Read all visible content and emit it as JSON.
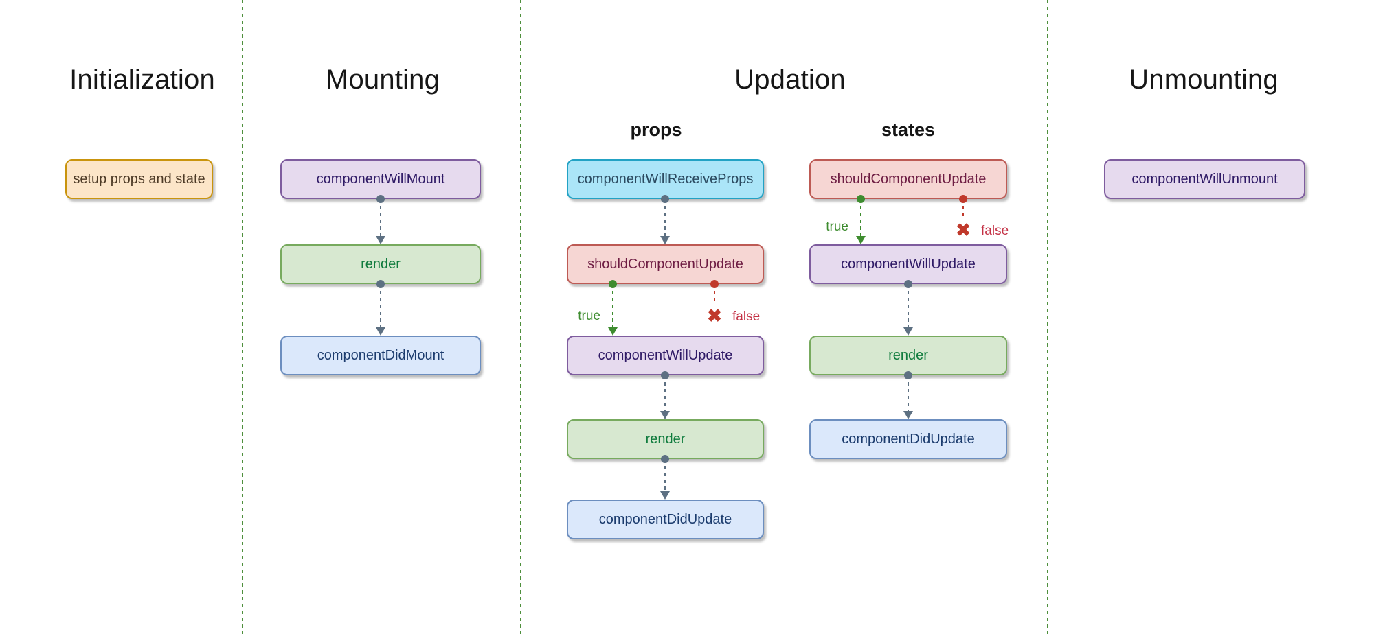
{
  "diagram": {
    "sections": [
      {
        "title": "Initialization",
        "nodes": [
          {
            "label": "setup props and state",
            "type": "orange"
          }
        ]
      },
      {
        "title": "Mounting",
        "nodes": [
          {
            "label": "componentWillMount",
            "type": "purple"
          },
          {
            "label": "render",
            "type": "green"
          },
          {
            "label": "componentDidMount",
            "type": "blue"
          }
        ]
      },
      {
        "title": "Updation",
        "columns": [
          {
            "header": "props",
            "nodes": [
              {
                "label": "componentWillReceiveProps",
                "type": "cyan"
              },
              {
                "label": "shouldComponentUpdate",
                "type": "red"
              },
              {
                "label": "componentWillUpdate",
                "type": "purple"
              },
              {
                "label": "render",
                "type": "green"
              },
              {
                "label": "componentDidUpdate",
                "type": "blue"
              }
            ]
          },
          {
            "header": "states",
            "nodes": [
              {
                "label": "shouldComponentUpdate",
                "type": "red"
              },
              {
                "label": "componentWillUpdate",
                "type": "purple"
              },
              {
                "label": "render",
                "type": "green"
              },
              {
                "label": "componentDidUpdate",
                "type": "blue"
              }
            ]
          }
        ]
      },
      {
        "title": "Unmounting",
        "nodes": [
          {
            "label": "componentWillUnmount",
            "type": "purple"
          }
        ]
      }
    ],
    "branch": {
      "true_label": "true",
      "false_label": "false",
      "x_icon": "✖"
    },
    "colors": {
      "node_orange_bg": "#fce5c8",
      "node_orange_border": "#c9940d",
      "node_purple_bg": "#e6daee",
      "node_purple_border": "#7e5c9e",
      "node_green_bg": "#d7e8d0",
      "node_green_border": "#77aa5e",
      "node_blue_bg": "#dbe8fb",
      "node_blue_border": "#6c8ebf",
      "node_cyan_bg": "#abe5f8",
      "node_cyan_border": "#22a2c4",
      "node_red_bg": "#f6d6d3",
      "node_red_border": "#bd5a54",
      "connector_slate": "#5d7082",
      "branch_true_green": "#3e8c2f",
      "branch_false_red": "#c43145",
      "x_mark_red": "#c0392b",
      "divider_green": "#4e8f3c"
    }
  }
}
